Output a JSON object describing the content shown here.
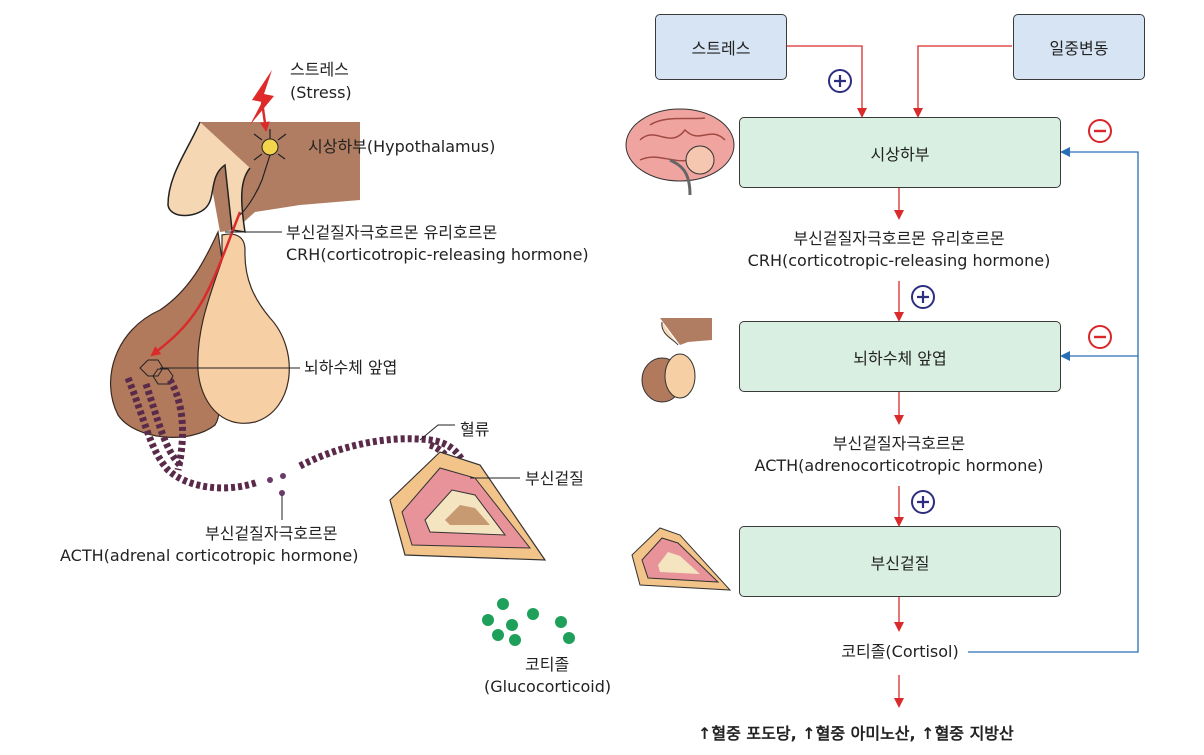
{
  "left": {
    "stress_ko": "스트레스",
    "stress_en": "(Stress)",
    "hypothalamus": "시상하부(Hypothalamus)",
    "crh_ko": "부신겉질자극호르몬 유리호르몬",
    "crh_en": "CRH(corticotropic-releasing hormone)",
    "pituitary": "뇌하수체 앞엽",
    "blood": "혈류",
    "adrenal": "부신겉질",
    "acth_ko": "부신겉질자극호르몬",
    "acth_en": "ACTH(adrenal corticotropic hormone)",
    "gluco_ko": "코티졸",
    "gluco_en": "(Glucocorticoid)"
  },
  "flow": {
    "stress_box": "스트레스",
    "circadian_box": "일중변동",
    "hypothalamus_box": "시상하부",
    "crh_ko": "부신겉질자극호르몬 유리호르몬",
    "crh_en": "CRH(corticotropic-releasing hormone)",
    "pituitary_box": "뇌하수체 앞엽",
    "acth_ko": "부신겉질자극호르몬",
    "acth_en": "ACTH(adrenocorticotropic hormone)",
    "adrenal_box": "부신겉질",
    "cortisol": "코티졸(Cortisol)",
    "effects": "↑혈중 포도당, ↑혈중 아미노산, ↑혈중 지방산",
    "plus_symbol": "+",
    "minus_symbol": "−"
  },
  "colors": {
    "arrow_red": "#d92b2b",
    "feedback_blue": "#2a6fb5",
    "plus_navy": "#2d2e7f",
    "minus_red": "#d8262b",
    "box_blue": "#d6e4f3",
    "box_green": "#d9efe1",
    "gluco_dot": "#1fa05a"
  }
}
